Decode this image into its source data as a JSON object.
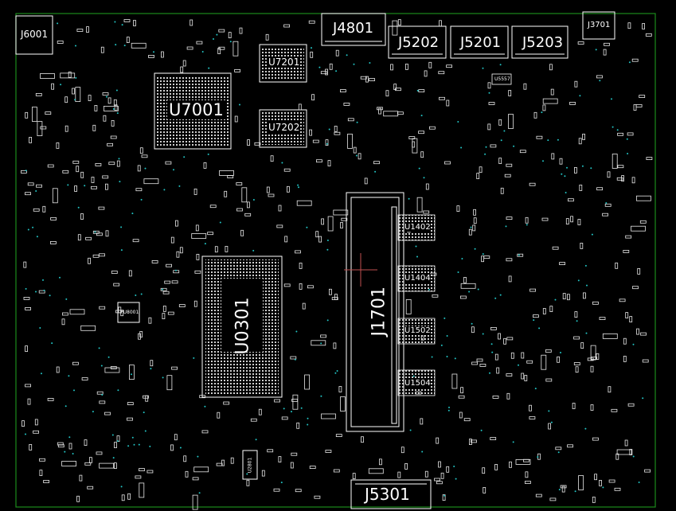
{
  "board": {
    "outline_color": "#1c8a1c",
    "component_color": "#ffffff",
    "via_color": "#22c4c4",
    "marker_color": "#c05050"
  },
  "refdes": {
    "j6001": "J6001",
    "j4801": "J4801",
    "j5202": "J5202",
    "j5201": "J5201",
    "j5203": "J5203",
    "j3701": "J3701",
    "u7001": "U7001",
    "u7201": "U7201",
    "u7202": "U7202",
    "u5557": "U5557",
    "u1402": "U1402",
    "u1404": "U1404",
    "u1502": "U1502",
    "u1504": "U1504",
    "j1701": "J1701",
    "u0301": "U0301",
    "pu8001": "PU8001",
    "u2801": "U2801",
    "j5301": "J5301"
  }
}
